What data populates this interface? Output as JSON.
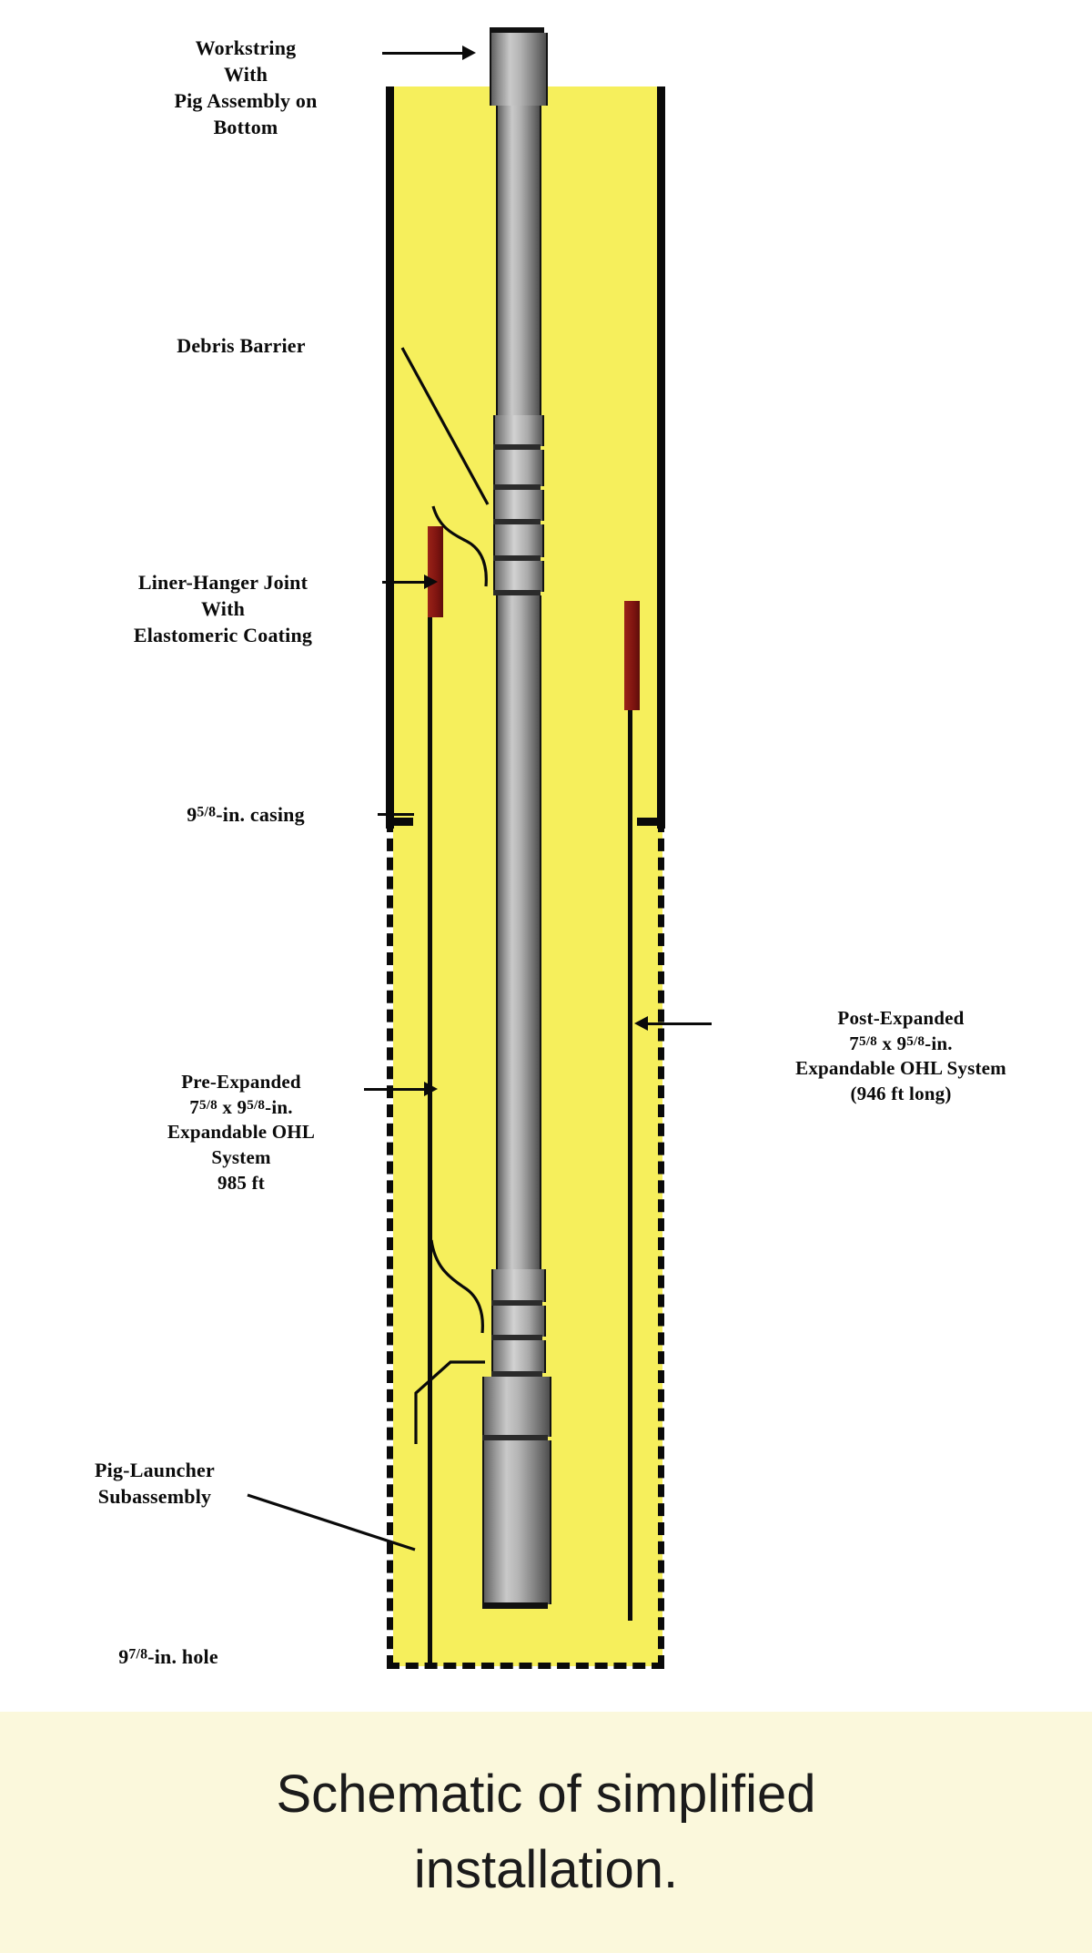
{
  "figure": {
    "title": "Wellbore completion schematic",
    "colors": {
      "annulus_fill": "#f6ef5c",
      "casing_wall": "#0a0a0a",
      "elastomeric_coating": "#7e1410",
      "workstring": "#b5b5b5",
      "caption_background": "#fbf8dc",
      "page_background": "#ffffff"
    }
  },
  "labels": {
    "workstring": {
      "name": "workstring-label",
      "lines": [
        "Workstring",
        "With",
        "Pig Assembly on",
        "Bottom"
      ]
    },
    "debris_barrier": {
      "name": "debris-barrier-label",
      "lines": [
        "Debris Barrier"
      ]
    },
    "liner_hanger": {
      "name": "liner-hanger-joint-label",
      "lines": [
        "Liner-Hanger Joint",
        "With",
        "Elastomeric Coating"
      ]
    },
    "casing": {
      "name": "casing-label",
      "prefix": "9",
      "fraction": "5/8",
      "suffix": "-in. casing"
    },
    "pre_expanded": {
      "name": "pre-expanded-label",
      "line1": "Pre-Expanded",
      "line2_prefix": "7",
      "line2_frac1": "5/8",
      "line2_mid": " x 9",
      "line2_frac2": "5/8",
      "line2_suffix": "-in.",
      "line3": "Expandable OHL",
      "line4": "System",
      "line5": "985 ft"
    },
    "post_expanded": {
      "name": "post-expanded-label",
      "line1": "Post-Expanded",
      "line2_prefix": "7",
      "line2_frac1": "5/8",
      "line2_mid": " x 9",
      "line2_frac2": "5/8",
      "line2_suffix": "-in.",
      "line3": "Expandable OHL System",
      "line4": "(946 ft long)"
    },
    "pig_launcher": {
      "name": "pig-launcher-label",
      "lines": [
        "Pig-Launcher",
        "Subassembly"
      ]
    },
    "hole": {
      "name": "hole-label",
      "prefix": "9",
      "fraction": "7/8",
      "suffix": "-in. hole"
    }
  },
  "caption": {
    "line1": "Schematic of simplified",
    "line2": "installation."
  }
}
